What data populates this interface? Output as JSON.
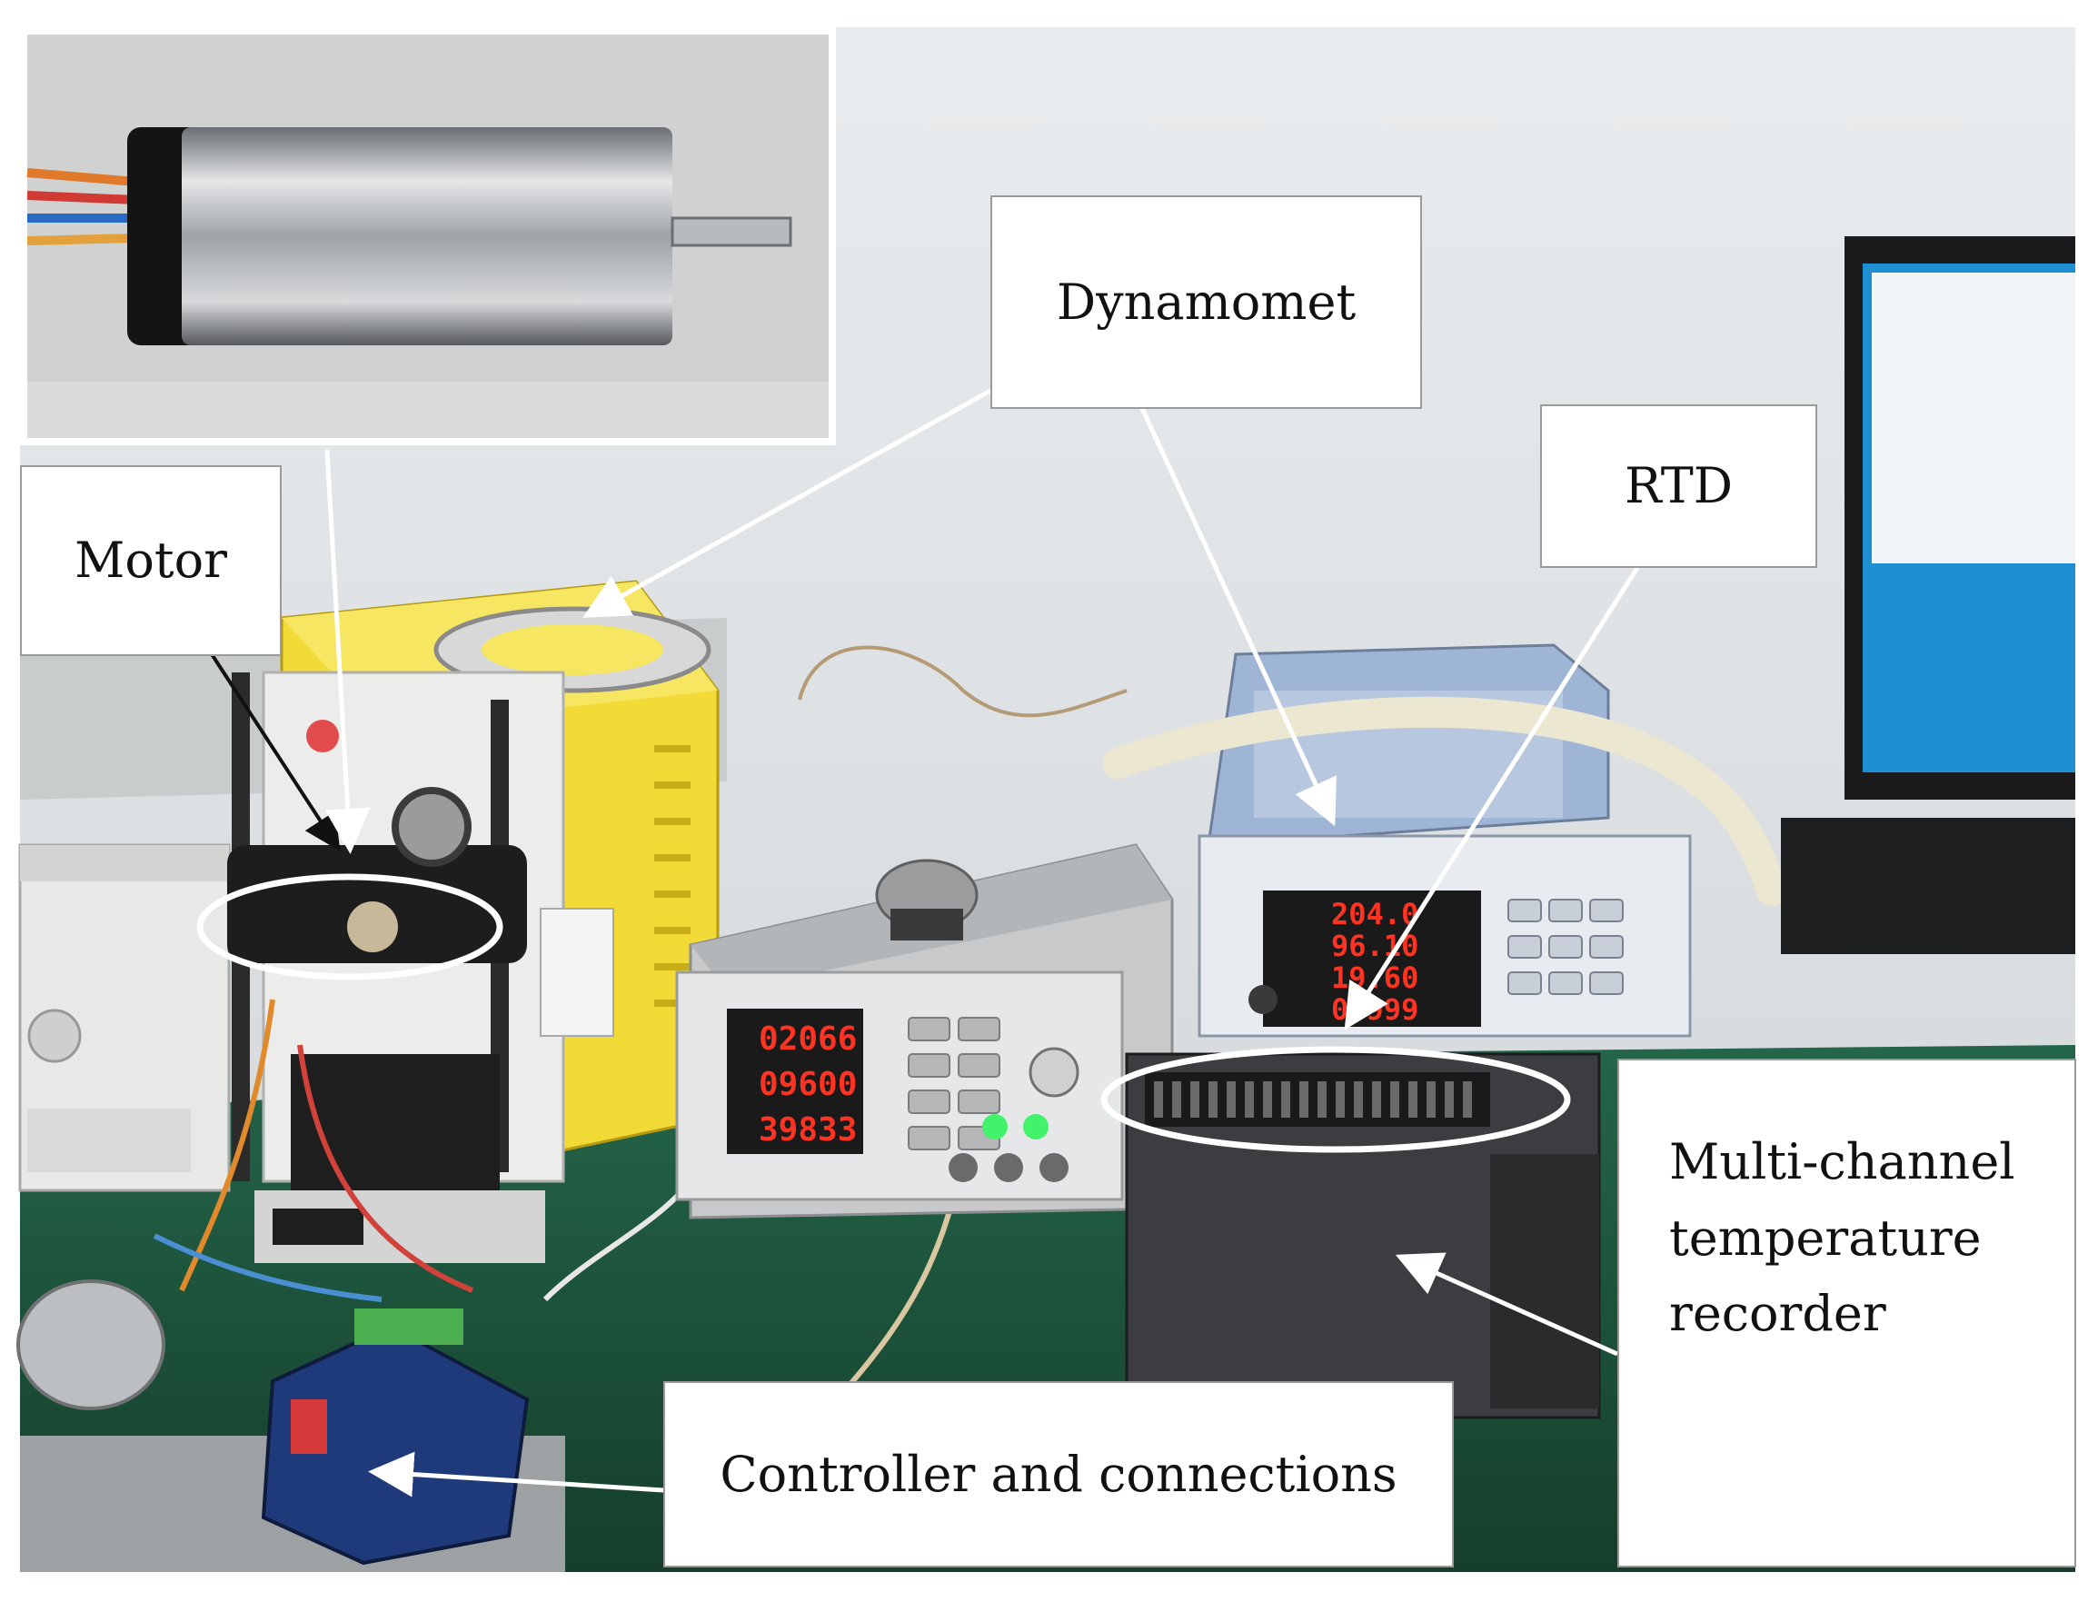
{
  "labels": {
    "dynamometer": "Dynamomet",
    "motor": "Motor",
    "rtd": "RTD",
    "recorder_line1": "Multi-channel",
    "recorder_line2": "temperature",
    "recorder_line3": "recorder",
    "controller": "Controller and connections"
  },
  "displays": {
    "power_supply": [
      "02066",
      "09600",
      "39833"
    ],
    "power_meter": [
      "204.0",
      "96.10",
      "19.60",
      "0.999"
    ]
  },
  "colors": {
    "wall": "#dfe3e6",
    "bench": "#1f5a3b",
    "dyno_yellow": "#f2db36",
    "led_red": "#ff3322",
    "arrow": "#ffffff"
  }
}
